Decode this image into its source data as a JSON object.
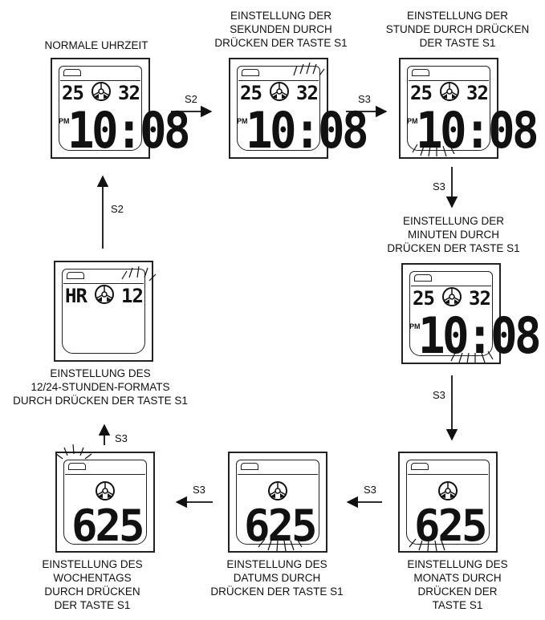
{
  "labels": {
    "normal": "NORMALE UHRZEIT",
    "seconds": "EINSTELLUNG DER\nSEKUNDEN DURCH\nDRÜCKEN DER TASTE S1",
    "hour": "EINSTELLUNG DER\nSTUNDE DURCH DRÜCKEN\nDER TASTE S1",
    "minutes": "EINSTELLUNG DER\nMINUTEN DURCH\nDRÜCKEN DER TASTE S1",
    "format": "EINSTELLUNG DES\n12/24-STUNDEN-FORMATS\nDURCH DRÜCKEN DER TASTE S1",
    "weekday": "EINSTELLUNG DES\nWOCHENTAGS\nDURCH DRÜCKEN\nDER TASTE S1",
    "date": "EINSTELLUNG DES\nDATUMS DURCH\nDRÜCKEN DER TASTE S1",
    "month": "EINSTELLUNG DES\nMONATS DURCH\nDRÜCKEN DER\nTASTE S1"
  },
  "arrows": {
    "a1": "S2",
    "a2": "S3",
    "a3": "S3",
    "a4": "S3",
    "a5": "S3",
    "a6": "S3",
    "a7": "S3",
    "a8": "S2"
  },
  "display": {
    "top_left": "25",
    "top_right": "32",
    "pm": "PM",
    "time": "10:08",
    "format_left": "HR",
    "format_right": "12",
    "date": "625"
  }
}
